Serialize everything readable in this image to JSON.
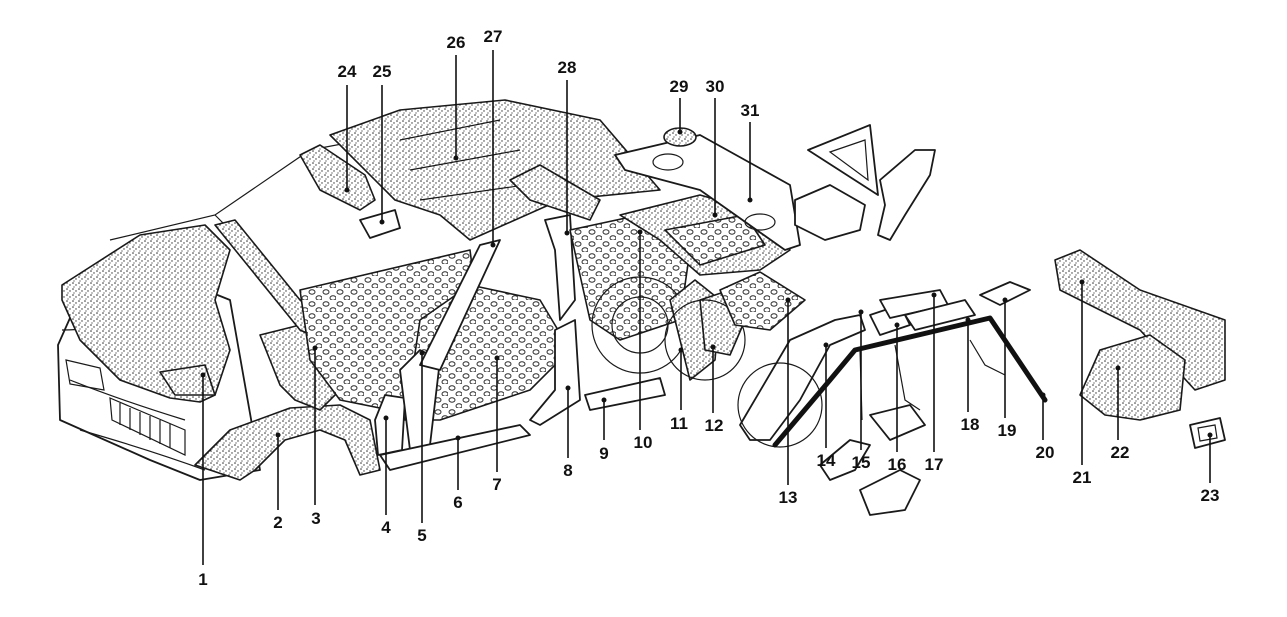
{
  "diagram": {
    "callouts": [
      {
        "id": "1",
        "label": "1"
      },
      {
        "id": "2",
        "label": "2"
      },
      {
        "id": "3",
        "label": "3"
      },
      {
        "id": "4",
        "label": "4"
      },
      {
        "id": "5",
        "label": "5"
      },
      {
        "id": "6",
        "label": "6"
      },
      {
        "id": "7",
        "label": "7"
      },
      {
        "id": "8",
        "label": "8"
      },
      {
        "id": "9",
        "label": "9"
      },
      {
        "id": "10",
        "label": "10"
      },
      {
        "id": "11",
        "label": "11"
      },
      {
        "id": "12",
        "label": "12"
      },
      {
        "id": "13",
        "label": "13"
      },
      {
        "id": "14",
        "label": "14"
      },
      {
        "id": "15",
        "label": "15"
      },
      {
        "id": "16",
        "label": "16"
      },
      {
        "id": "17",
        "label": "17"
      },
      {
        "id": "18",
        "label": "18"
      },
      {
        "id": "19",
        "label": "19"
      },
      {
        "id": "20",
        "label": "20"
      },
      {
        "id": "21",
        "label": "21"
      },
      {
        "id": "22",
        "label": "22"
      },
      {
        "id": "23",
        "label": "23"
      },
      {
        "id": "24",
        "label": "24"
      },
      {
        "id": "25",
        "label": "25"
      },
      {
        "id": "26",
        "label": "26"
      },
      {
        "id": "27",
        "label": "27"
      },
      {
        "id": "28",
        "label": "28"
      },
      {
        "id": "29",
        "label": "29"
      },
      {
        "id": "30",
        "label": "30"
      },
      {
        "id": "31",
        "label": "31"
      }
    ],
    "colors": {
      "ink": "#111111",
      "background": "#ffffff"
    }
  }
}
